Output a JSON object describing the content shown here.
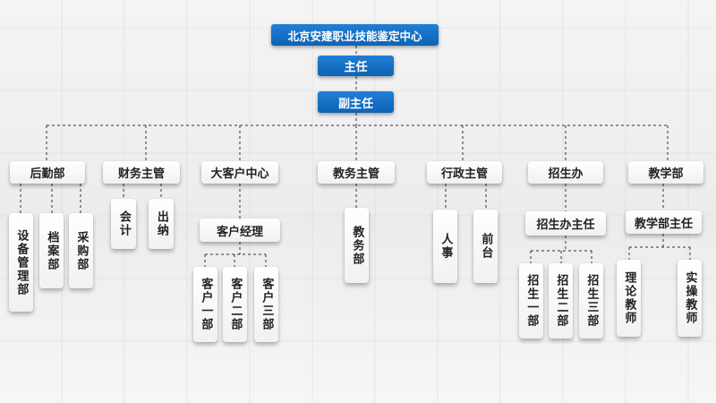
{
  "root": "北京安建职业技能鉴定中心",
  "director": "主任",
  "deputy": "副主任",
  "departments": {
    "logistics": {
      "label": "后勤部",
      "children": [
        "设备管理部",
        "档案部",
        "采购部"
      ]
    },
    "finance": {
      "label": "财务主管",
      "children": [
        "会计",
        "出纳"
      ]
    },
    "key_account": {
      "label": "大客户中心",
      "manager": "客户经理",
      "children": [
        "客户一部",
        "客户二部",
        "客户三部"
      ]
    },
    "academic_affairs": {
      "label": "教务主管",
      "children": [
        "教务部"
      ]
    },
    "administration": {
      "label": "行政主管",
      "children": [
        "人事",
        "前台"
      ]
    },
    "admissions": {
      "label": "招生办",
      "manager": "招生办主任",
      "children": [
        "招生一部",
        "招生二部",
        "招生三部"
      ]
    },
    "teaching": {
      "label": "教学部",
      "manager": "教学部主任",
      "children": [
        "理论教师",
        "实操教师"
      ]
    }
  },
  "colors": {
    "header_blue": "#0e63b4",
    "card": "#ffffff",
    "connector": "#333333"
  }
}
